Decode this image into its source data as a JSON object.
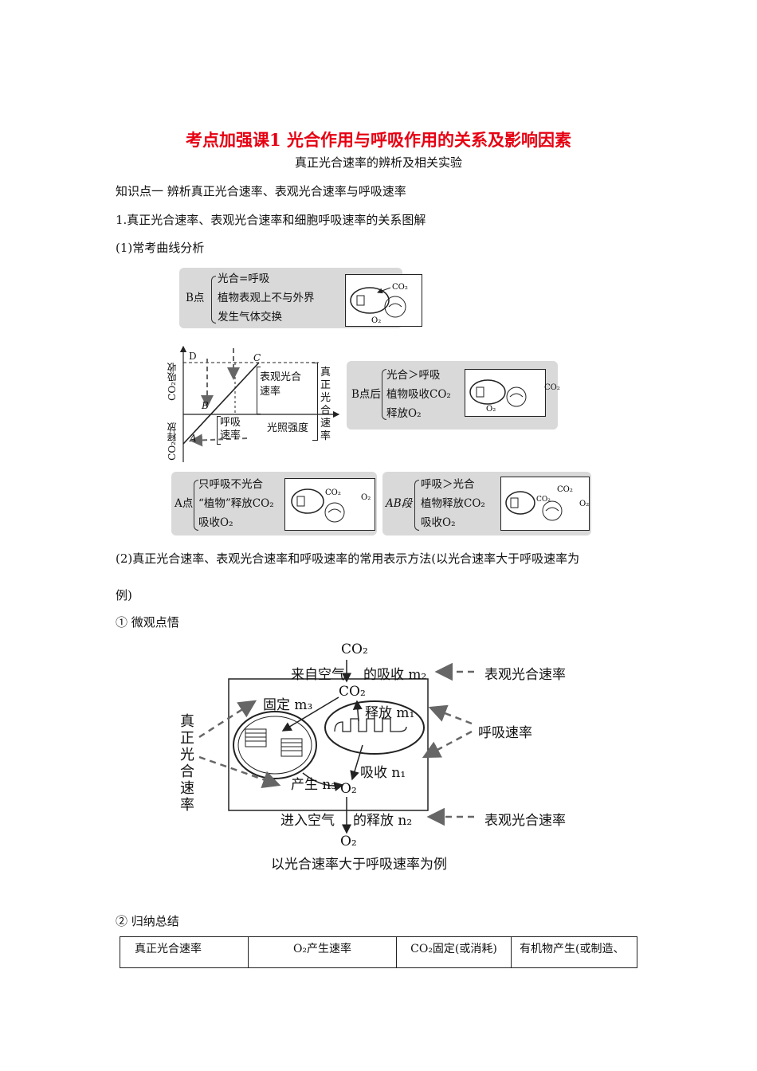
{
  "doc": {
    "title": "考点加强课1  光合作用与呼吸作用的关系及影响因素",
    "subtitle": "真正光合速率的辨析及相关实验",
    "knowledge_point": "知识点一    辨析真正光合速率、表观光合速率与呼吸速率",
    "section1": "1.真正光合速率、表观光合速率和细胞呼吸速率的关系图解",
    "sub1": "(1)常考曲线分析",
    "sub2_line1": "(2)真正光合速率、表观光合速率和呼吸速率的常用表示方法(以光合速率大于呼吸速率为",
    "sub2_line2": "例)",
    "micro": "① 微观点悟",
    "summary": "② 归纳总结"
  },
  "curve_figure": {
    "box_b": {
      "label": "B点",
      "lines": [
        "光合=呼吸",
        "植物表观上不与外界",
        "发生气体交换"
      ]
    },
    "box_b_after": {
      "label": "B点后",
      "lines": [
        "光合＞呼吸",
        "植物吸收CO₂",
        "释放O₂"
      ]
    },
    "box_a": {
      "label": "A点",
      "lines": [
        "只呼吸不光合",
        "“植物”释放CO₂",
        "吸收O₂"
      ]
    },
    "box_ab": {
      "label": "AB段",
      "lines": [
        "呼吸＞光合",
        "植物释放CO₂",
        "吸收O₂"
      ]
    },
    "axis": {
      "y_up": "CO₂吸收",
      "y_down": "CO₂释放",
      "x": "光照强度",
      "point_a": "A",
      "point_b": "B",
      "point_c": "C",
      "point_d": "D"
    },
    "brackets": {
      "apparent": "表观光合速率",
      "respiration": "呼吸速率",
      "true": "真正光合速率"
    },
    "gas": {
      "co2": "CO₂",
      "o2": "O₂"
    }
  },
  "micro_figure": {
    "co2_top": "CO₂",
    "from_air": "来自空气",
    "absorb_m2": "的吸收 m₂",
    "apparent1": "表观光合速率",
    "co2_inner": "CO₂",
    "fix_m3": "固定 m₃",
    "release_m1": "释放 m₁",
    "respiration": "呼吸速率",
    "true_rate": [
      "真",
      "正",
      "光",
      "合",
      "速",
      "率"
    ],
    "absorb_n1": "吸收 n₁",
    "produce_n3": "产生 n₃",
    "o2_inner": "O₂",
    "into_air": "进入空气",
    "release_n2": "的释放 n₂",
    "apparent2": "表观光合速率",
    "o2_bottom": "O₂",
    "caption": "以光合速率大于呼吸速率为例"
  },
  "table": {
    "cells": [
      "真正光合速率",
      "O₂产生速率",
      "CO₂固定(或消耗)",
      "有机物产生(或制造、"
    ]
  }
}
